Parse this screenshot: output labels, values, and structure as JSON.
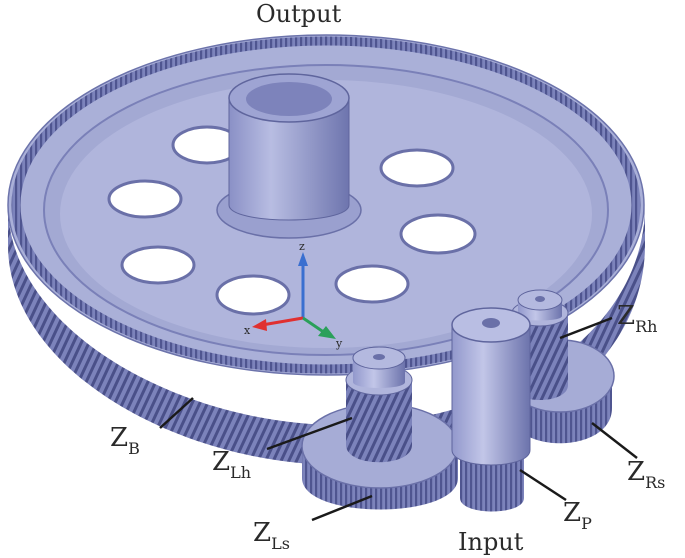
{
  "labels": {
    "output": "Output",
    "input": "Input",
    "zb": {
      "main": "Z",
      "sub": "B"
    },
    "zlh": {
      "main": "Z",
      "sub": "Lh"
    },
    "zls": {
      "main": "Z",
      "sub": "Ls"
    },
    "zrh": {
      "main": "Z",
      "sub": "Rh"
    },
    "zrs": {
      "main": "Z",
      "sub": "Rs"
    },
    "zp": {
      "main": "Z",
      "sub": "P"
    }
  },
  "axes": {
    "x": "x",
    "y": "y",
    "z": "z"
  },
  "colors": {
    "gear_top": "#a9afd6",
    "gear_side": "#8188bf",
    "gear_dark": "#5c6299",
    "hole": "#ffffff",
    "axis_x": "#e03030",
    "axis_y": "#2aa05a",
    "axis_z": "#3a6fd0",
    "leader": "#1a1a1a"
  }
}
